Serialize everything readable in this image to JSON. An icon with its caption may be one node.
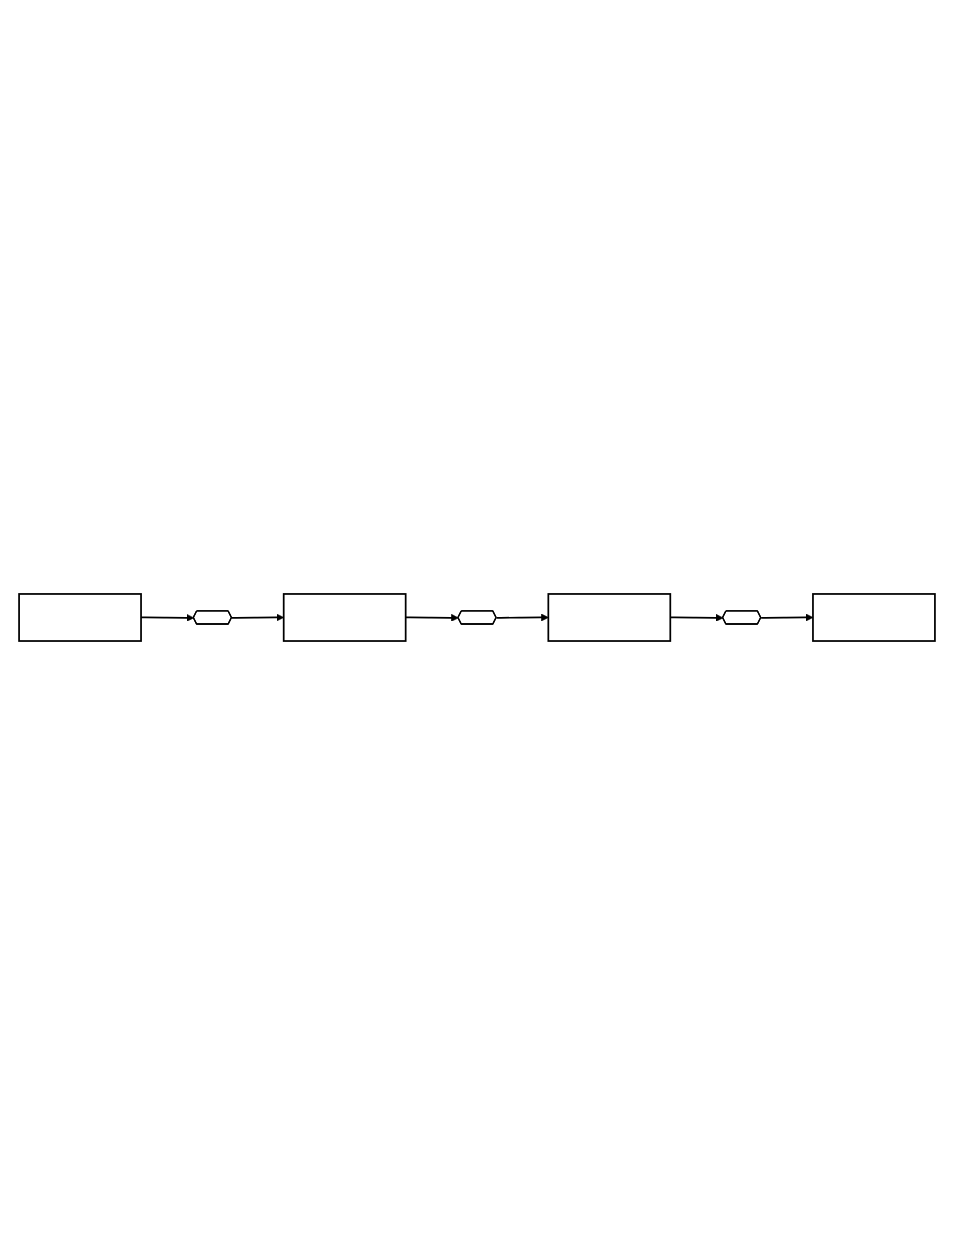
{
  "diagram": {
    "nodes": [
      {
        "text": [],
        "shape": "box"
      },
      {
        "text": [],
        "shape": "button"
      },
      {
        "text": [],
        "shape": "box"
      },
      {
        "text": [],
        "shape": "button"
      },
      {
        "text": [],
        "shape": "box"
      },
      {
        "text": [],
        "shape": "button"
      },
      {
        "text": [],
        "shape": "box"
      }
    ],
    "edges": [
      {
        "from": 0,
        "to": 1,
        "arrow": "to"
      },
      {
        "from": 1,
        "to": 2,
        "arrow": "to"
      },
      {
        "from": 2,
        "to": 3,
        "arrow": "to"
      },
      {
        "from": 3,
        "to": 4,
        "arrow": "to"
      },
      {
        "from": 4,
        "to": 5,
        "arrow": "to"
      },
      {
        "from": 5,
        "to": 6,
        "arrow": "to"
      }
    ]
  }
}
